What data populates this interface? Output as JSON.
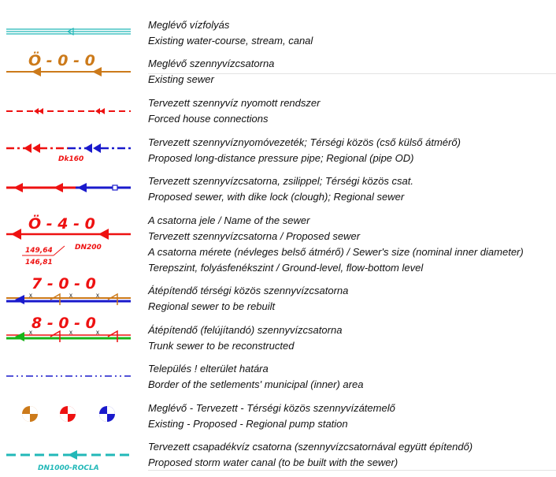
{
  "colors": {
    "water": "#22b8b8",
    "existing_sewer": "#cc7a1a",
    "proposed": "#ee1111",
    "regional": "#1a1acc",
    "green": "#18b418",
    "black": "#111111"
  },
  "rows": [
    {
      "hu": "Meglévő vízfolyás",
      "en": "Existing water-course, stream, canal"
    },
    {
      "hu": "Meglévő szennyvízcsatorna",
      "en": "Existing sewer",
      "symbol_label": "Ö - 0 - 0"
    },
    {
      "hu": "Tervezett szennyvíz nyomott  rendszer",
      "en": "Forced house connections"
    },
    {
      "hu": "Tervezett szennyvíznyomóvezeték; Térségi közös (cső külső átmérő)",
      "en": "Proposed long-distance pressure pipe; Regional (pipe OD)",
      "symbol_label": "Dk160"
    },
    {
      "hu": "Tervezett szennyvízcsatorna, zsilippel; Térségi közös csat.",
      "en": "Proposed sewer, with dike lock (clough); Regional sewer"
    },
    {
      "lines": [
        "A csatorna jele / Name of the sewer",
        "Tervezett szennyvízcsatorna / Proposed sewer",
        "A csatorna mérete (névleges belső átmérő) / Sewer's size (nominal inner diameter)",
        "Terepszint, folyásfenékszint / Ground-level, flow-bottom level"
      ],
      "symbol_label": "Ö - 4 - 0",
      "size_label": "DN200",
      "ground_level": "149,64",
      "flow_level": "146,81"
    },
    {
      "hu": "Átépítendő térségi közös szennyvízcsatorna",
      "en": "Regional sewer to be rebuilt",
      "symbol_label": "7 - 0 - 0"
    },
    {
      "hu": "Átépítendő (felújítandó) szennyvízcsatorna",
      "en": "Trunk sewer to be reconstructed",
      "symbol_label": "8 - 0 - 0"
    },
    {
      "hu": "Település ! elterület határa",
      "en": "Border of the setlements' municipal  (inner) area"
    },
    {
      "hu": "Meglévő - Tervezett - Térségi közös szennyvízátemelő",
      "en": "Existing - Proposed - Regional pump station"
    },
    {
      "hu": "Tervezett  csapadékvíz csatorna (szennyvízcsatornával együtt építendő)",
      "en": "Proposed storm water canal (to be built with the sewer)",
      "symbol_label": "DN1000-ROCLA"
    }
  ]
}
